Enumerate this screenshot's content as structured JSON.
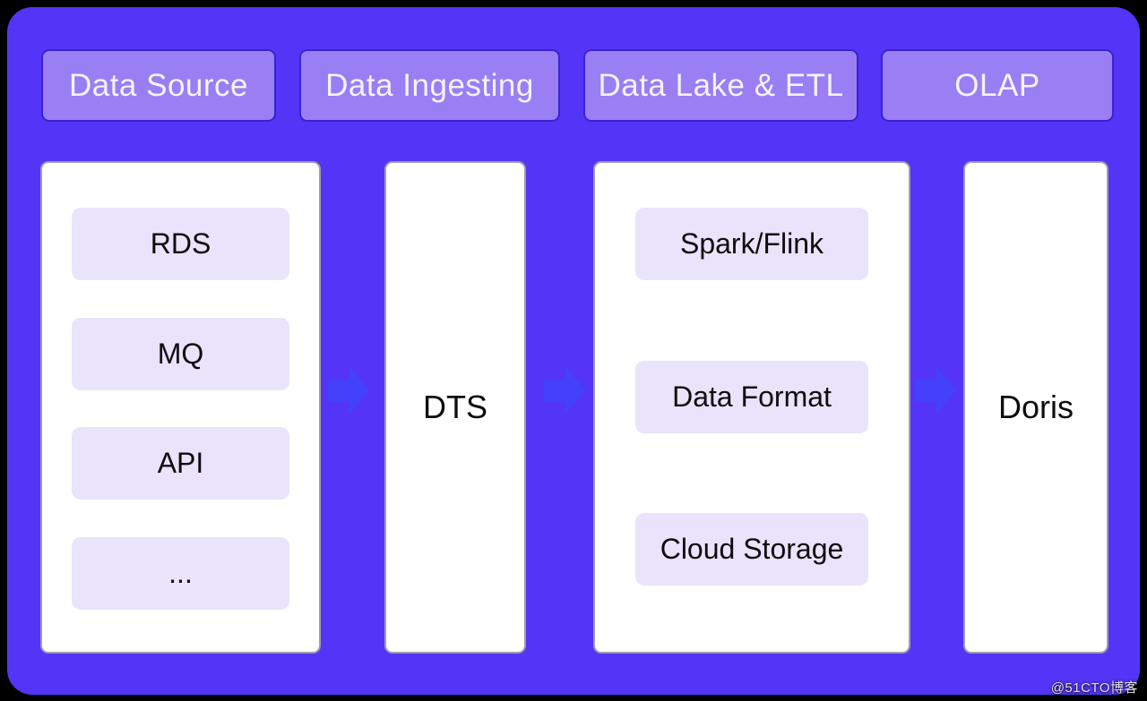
{
  "colors": {
    "canvas_bg": "#000000",
    "board_bg": "#5435f8",
    "header_fill": "#9a7ef4",
    "header_border": "#3a23cc",
    "header_text": "#f5f2ff",
    "column_fill": "#ffffff",
    "column_border": "#9e9eae",
    "chip_fill": "#e9e3fb",
    "chip_text": "#0d0d0d",
    "arrow_fill": "#4341fb",
    "watermark_color": "#e2e2e2"
  },
  "headers": [
    {
      "label": "Data Source"
    },
    {
      "label": "Data Ingesting"
    },
    {
      "label": "Data Lake & ETL"
    },
    {
      "label": "OLAP"
    }
  ],
  "columns": [
    {
      "name": "data-source",
      "items": [
        "RDS",
        "MQ",
        "API",
        "..."
      ]
    },
    {
      "name": "data-ingesting",
      "label": "DTS"
    },
    {
      "name": "data-lake-etl",
      "items": [
        "Spark/Flink",
        "Data Format",
        "Cloud Storage"
      ]
    },
    {
      "name": "olap",
      "label": "Doris"
    }
  ],
  "watermark": "@51CTO博客"
}
